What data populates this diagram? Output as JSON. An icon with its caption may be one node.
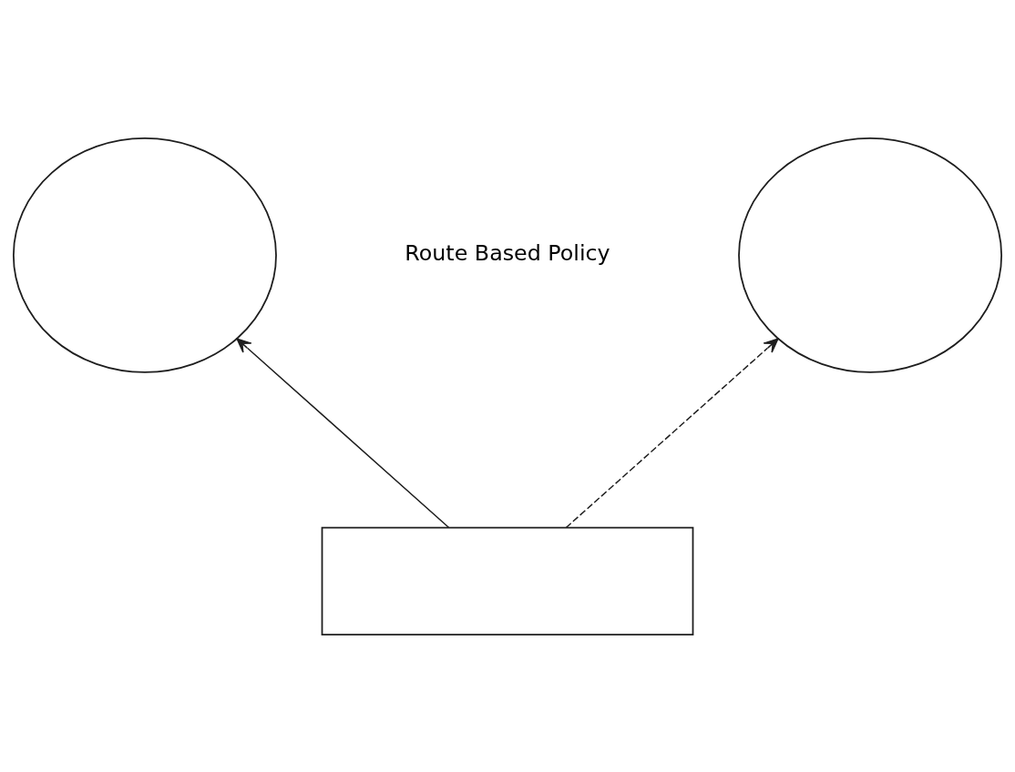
{
  "diagram": {
    "nodes": [
      {
        "text": [],
        "shape": "circle"
      },
      {
        "text": [],
        "shape": "circle"
      },
      {
        "text": [],
        "shape": "box"
      }
    ],
    "edges": [
      {
        "from": 2,
        "to": 0,
        "arrow": "to"
      },
      {
        "from": 2,
        "to": 1,
        "arrow": "to",
        "style": "dashed"
      }
    ],
    "labels": [
      "Route Based Policy"
    ]
  }
}
